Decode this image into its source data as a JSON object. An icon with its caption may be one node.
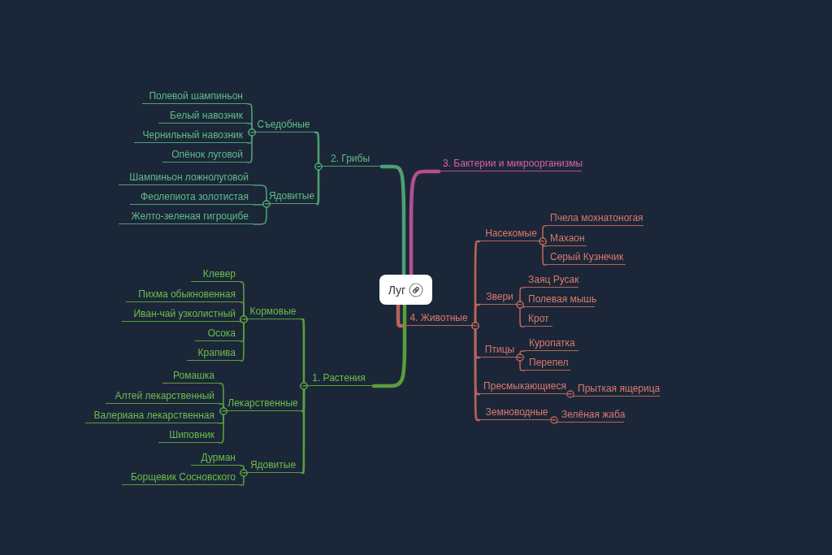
{
  "diagram": {
    "nodes": [
      {
        "text": [
          "Луг"
        ]
      },
      {
        "text": [
          "2. Грибы"
        ]
      },
      {
        "text": [
          "Съедобные"
        ]
      },
      {
        "text": [
          "Полевой шампиньон"
        ]
      },
      {
        "text": [
          "Белый навозник"
        ]
      },
      {
        "text": [
          "Чернильный навозник"
        ]
      },
      {
        "text": [
          "Опёнок луговой"
        ]
      },
      {
        "text": [
          "Ядовитые"
        ]
      },
      {
        "text": [
          "Шампиньон ложнолуговой"
        ]
      },
      {
        "text": [
          "Феолепиота золотистая"
        ]
      },
      {
        "text": [
          "Желто-зеленая гигроцибе"
        ]
      },
      {
        "text": [
          "3. Бактерии и микроорганизмы"
        ]
      },
      {
        "text": [
          "4. Животные"
        ]
      },
      {
        "text": [
          "Насекомые"
        ]
      },
      {
        "text": [
          "Пчела мохнатоногая"
        ]
      },
      {
        "text": [
          "Махаон"
        ]
      },
      {
        "text": [
          "Серый Кузнечик"
        ]
      },
      {
        "text": [
          "Звери"
        ]
      },
      {
        "text": [
          "Заяц Русак"
        ]
      },
      {
        "text": [
          "Полевая мышь"
        ]
      },
      {
        "text": [
          "Крот"
        ]
      },
      {
        "text": [
          "Птицы"
        ]
      },
      {
        "text": [
          "Куропатка"
        ]
      },
      {
        "text": [
          "Перепел"
        ]
      },
      {
        "text": [
          "Пресмыкающиеся"
        ]
      },
      {
        "text": [
          "Прыткая ящерица"
        ]
      },
      {
        "text": [
          "Земноводные"
        ]
      },
      {
        "text": [
          "Зелёная жаба"
        ]
      },
      {
        "text": [
          "1. Растения"
        ]
      },
      {
        "text": [
          "Кормовые"
        ]
      },
      {
        "text": [
          "Клевер"
        ]
      },
      {
        "text": [
          "Пихма обыкновенная"
        ]
      },
      {
        "text": [
          "Иван-чай узколистный"
        ]
      },
      {
        "text": [
          "Осока"
        ]
      },
      {
        "text": [
          "Крапива"
        ]
      },
      {
        "text": [
          "Лекарственные"
        ]
      },
      {
        "text": [
          "Ромашка"
        ]
      },
      {
        "text": [
          "Алтей лекарственный"
        ]
      },
      {
        "text": [
          "Валериана лекарственная"
        ]
      },
      {
        "text": [
          "Шиповник"
        ]
      },
      {
        "text": [
          "Ядовитые"
        ]
      },
      {
        "text": [
          "Дурман"
        ]
      },
      {
        "text": [
          "Борщевик Сосновского"
        ]
      }
    ],
    "edges": [
      {
        "from": 0,
        "to": 1,
        "arrow": "none",
        "style": "thick",
        "color": "#4f9e72"
      },
      {
        "from": 1,
        "to": 2,
        "arrow": "other",
        "color": "#4f9e72"
      },
      {
        "from": 2,
        "to": 3,
        "arrow": "other",
        "color": "#4f9e72"
      },
      {
        "from": 2,
        "to": 4,
        "arrow": "other",
        "color": "#4f9e72"
      },
      {
        "from": 2,
        "to": 5,
        "arrow": "other",
        "color": "#4f9e72"
      },
      {
        "from": 2,
        "to": 6,
        "arrow": "other",
        "color": "#4f9e72"
      },
      {
        "from": 1,
        "to": 7,
        "arrow": "other",
        "color": "#4f9e72"
      },
      {
        "from": 7,
        "to": 8,
        "arrow": "other",
        "color": "#4f9e72"
      },
      {
        "from": 7,
        "to": 9,
        "arrow": "other",
        "color": "#4f9e72"
      },
      {
        "from": 7,
        "to": 10,
        "arrow": "other",
        "color": "#4f9e72"
      },
      {
        "from": 0,
        "to": 11,
        "arrow": "none",
        "style": "thick",
        "color": "#b5508f"
      },
      {
        "from": 0,
        "to": 12,
        "arrow": "none",
        "style": "thick"
      },
      {
        "from": 12,
        "to": 13,
        "arrow": "other"
      },
      {
        "from": 13,
        "to": 14,
        "arrow": "other"
      },
      {
        "from": 13,
        "to": 15,
        "arrow": "other"
      },
      {
        "from": 13,
        "to": 16,
        "arrow": "other"
      },
      {
        "from": 12,
        "to": 17,
        "arrow": "other"
      },
      {
        "from": 17,
        "to": 18,
        "arrow": "other"
      },
      {
        "from": 17,
        "to": 19,
        "arrow": "other"
      },
      {
        "from": 17,
        "to": 20,
        "arrow": "other"
      },
      {
        "from": 12,
        "to": 21,
        "arrow": "other"
      },
      {
        "from": 21,
        "to": 22,
        "arrow": "other"
      },
      {
        "from": 21,
        "to": 23,
        "arrow": "other"
      },
      {
        "from": 12,
        "to": 24,
        "arrow": "other"
      },
      {
        "from": 24,
        "to": 25,
        "arrow": "other"
      },
      {
        "from": 12,
        "to": 26,
        "arrow": "other"
      },
      {
        "from": 26,
        "to": 27,
        "arrow": "other"
      },
      {
        "from": 0,
        "to": 28,
        "arrow": "none",
        "style": "thick",
        "color": "#5a9e3e"
      },
      {
        "from": 28,
        "to": 29,
        "arrow": "other",
        "color": "#5a9e3e"
      },
      {
        "from": 29,
        "to": 30,
        "arrow": "other",
        "color": "#5a9e3e"
      },
      {
        "from": 29,
        "to": 31,
        "arrow": "other",
        "color": "#5a9e3e"
      },
      {
        "from": 29,
        "to": 32,
        "arrow": "other",
        "color": "#5a9e3e"
      },
      {
        "from": 29,
        "to": 33,
        "arrow": "other",
        "color": "#5a9e3e"
      },
      {
        "from": 29,
        "to": 34,
        "arrow": "other",
        "color": "#5a9e3e"
      },
      {
        "from": 28,
        "to": 35,
        "arrow": "other",
        "color": "#5a9e3e"
      },
      {
        "from": 35,
        "to": 36,
        "arrow": "other",
        "color": "#5a9e3e"
      },
      {
        "from": 35,
        "to": 37,
        "arrow": "other",
        "color": "#5a9e3e"
      },
      {
        "from": 35,
        "to": 38,
        "arrow": "other",
        "color": "#5a9e3e"
      },
      {
        "from": 35,
        "to": 39,
        "arrow": "other",
        "color": "#5a9e3e"
      },
      {
        "from": 28,
        "to": 40,
        "arrow": "other",
        "color": "#5a9e3e"
      },
      {
        "from": 40,
        "to": 41,
        "arrow": "other",
        "color": "#5a9e3e"
      },
      {
        "from": 40,
        "to": 42,
        "arrow": "other",
        "color": "#5a9e3e"
      }
    ]
  }
}
